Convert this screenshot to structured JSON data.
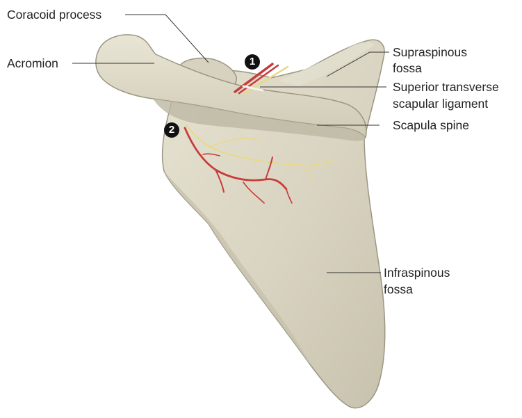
{
  "labels": {
    "coracoid_process": "Coracoid process",
    "acromion": "Acromion",
    "supraspinous_fossa_line1": "Supraspinous",
    "supraspinous_fossa_line2": "fossa",
    "superior_transverse_line1": "Superior transverse",
    "superior_transverse_line2": "scapular ligament",
    "scapula_spine": "Scapula spine",
    "infraspinous_fossa_line1": "Infraspinous",
    "infraspinous_fossa_line2": "fossa"
  },
  "markers": {
    "marker_1": "1",
    "marker_2": "2"
  },
  "colors": {
    "bone_fill": "#dcd8c6",
    "bone_shadow": "#b9b4a0",
    "bone_outline": "#8f8a77",
    "artery": "#c63b3b",
    "nerve": "#e8d98a",
    "leader_line": "#333333"
  }
}
